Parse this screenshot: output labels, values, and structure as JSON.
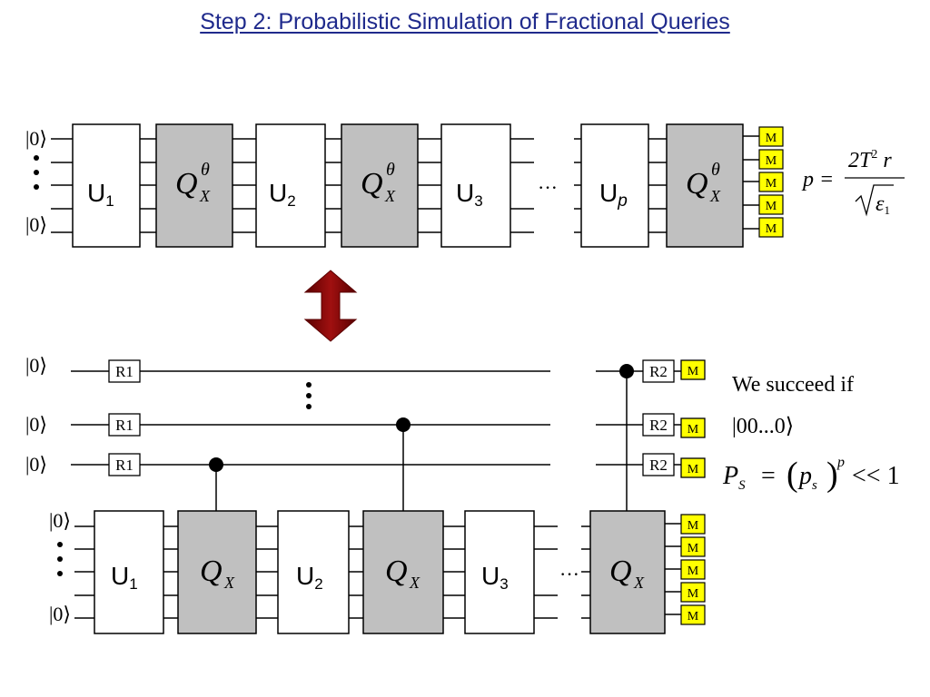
{
  "title": "Step 2: Probabilistic Simulation of Fractional Queries",
  "ket_zero": "|0⟩",
  "top": {
    "blocks": [
      "U",
      "Q",
      "U",
      "Q",
      "U",
      "U",
      "Q"
    ],
    "u_labels": [
      "U1",
      "U2",
      "U3",
      "Up"
    ],
    "q_label": "Q",
    "q_sub": "X",
    "q_sup": "θ",
    "ellipsis": "···",
    "measure": "M"
  },
  "formula_p": {
    "lhs": "p =",
    "numer": "2T",
    "numer_sup": "2",
    "numer_r": "r",
    "denom_eps": "ε",
    "denom_sub": "1"
  },
  "bottom": {
    "ancilla_gate": "R1",
    "final_gate": "R2",
    "measure": "M",
    "q_label": "Q",
    "q_sub": "X",
    "u_labels": [
      "U1",
      "U2",
      "U3"
    ],
    "ellipsis": "···"
  },
  "success": {
    "line1": "We succeed if",
    "line2": "|00...0⟩",
    "ps": "P",
    "ps_sub": "S",
    "eq": "=",
    "inner": "p",
    "inner_sub": "s",
    "pow": "p",
    "rel": "<< 1"
  },
  "colors": {
    "title": "#1f2a8c",
    "gate_gray": "#c0c0c0",
    "measure_yellow": "#ffff00",
    "arrow": "#8b0000"
  }
}
